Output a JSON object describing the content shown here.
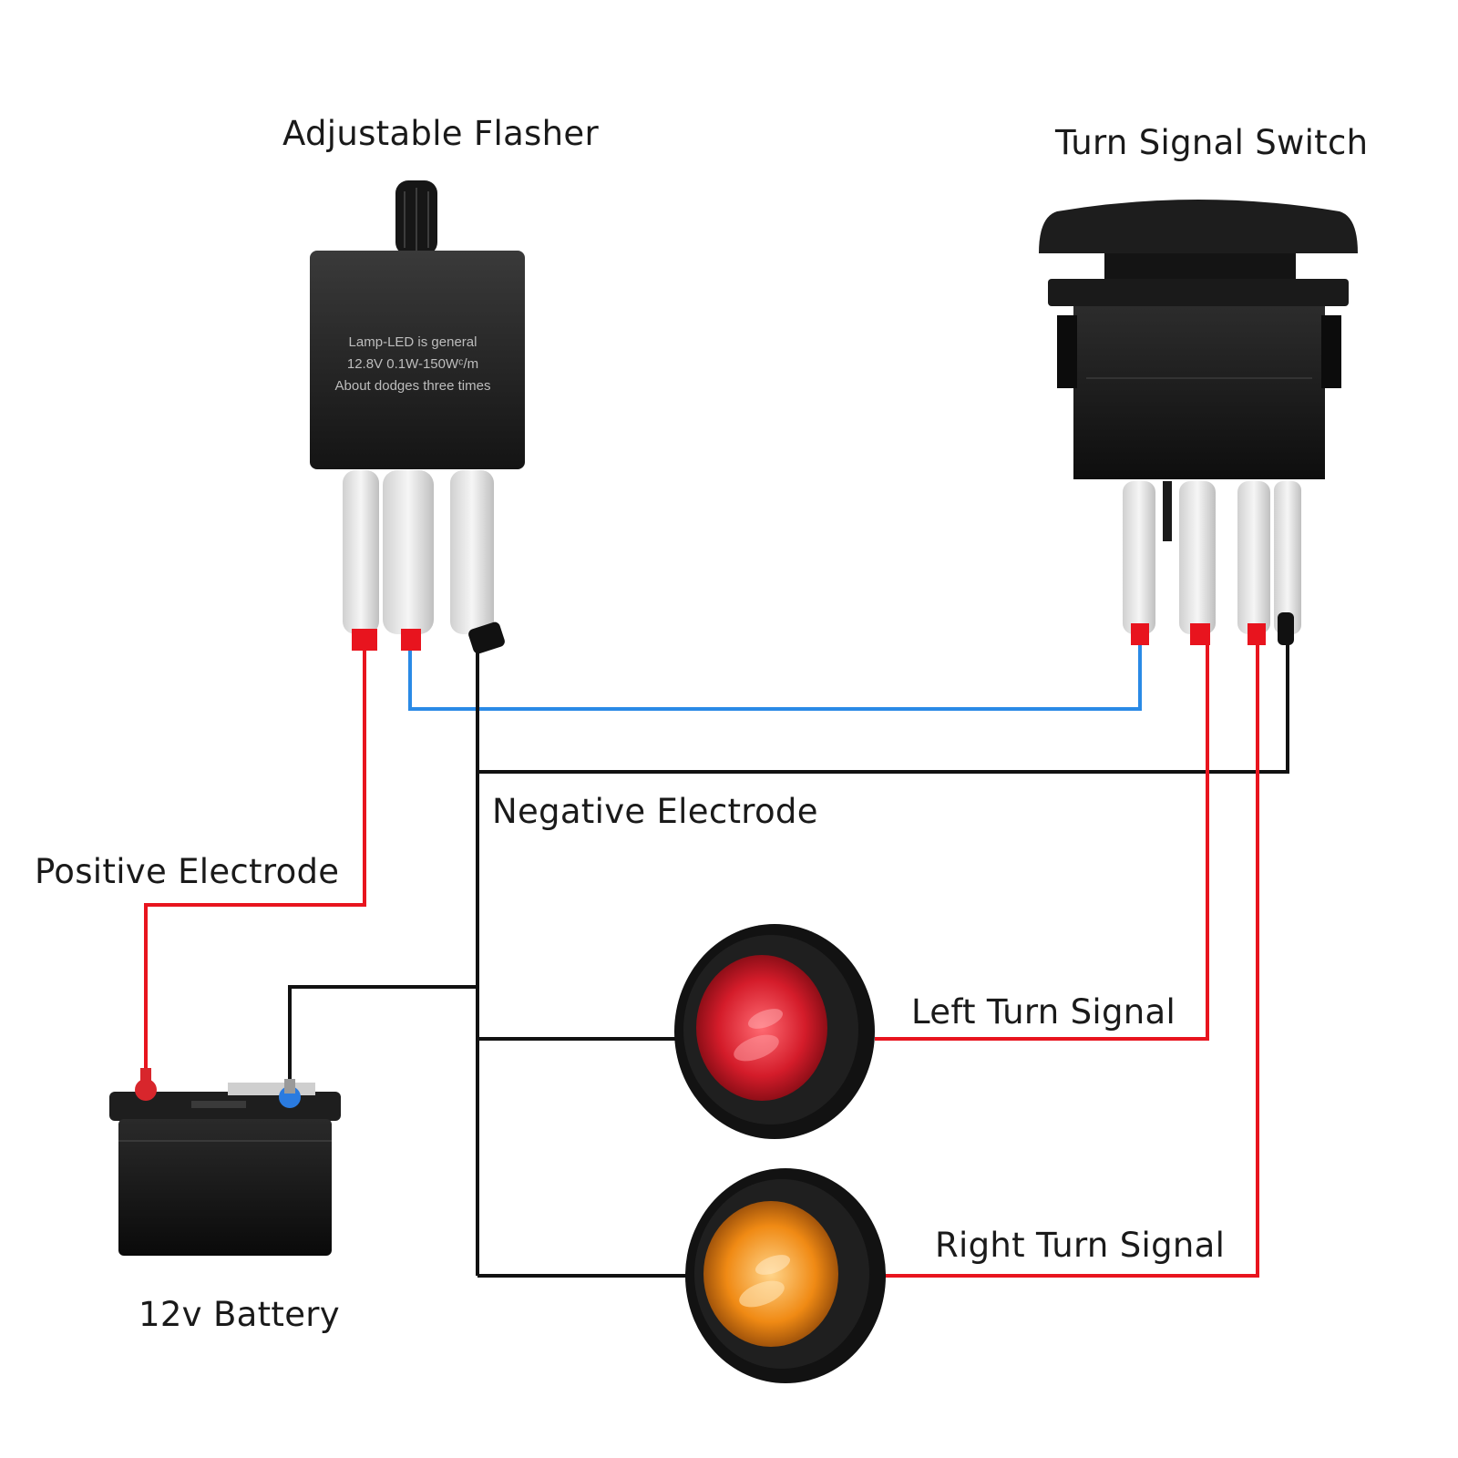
{
  "labels": {
    "flasher": "Adjustable Flasher",
    "switch": "Turn Signal Switch",
    "negative": "Negative Electrode",
    "positive": "Positive Electrode",
    "left": "Left Turn Signal",
    "right": "Right Turn Signal",
    "battery": "12v Battery"
  },
  "flasher_text": [
    "Lamp-LED is general",
    "12.8V 0.1W-150Wᶜ/m",
    "About dodges three times"
  ],
  "colors": {
    "positive_wire": "#e8141e",
    "negative_wire": "#111111",
    "signal_wire": "#2a8ae6",
    "left_lamp": "#d8202c",
    "right_lamp": "#f09a1c",
    "battery_pos_terminal": "#d8262c",
    "battery_neg_terminal": "#2a7be0"
  }
}
